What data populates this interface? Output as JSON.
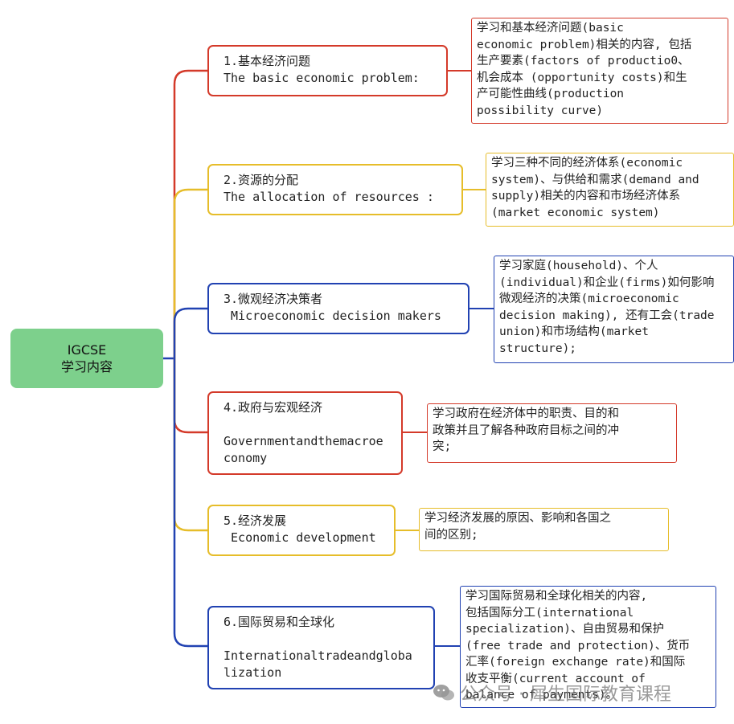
{
  "root": {
    "line1": "IGCSE",
    "line2": "学习内容"
  },
  "topics": [
    {
      "title": "1.基本经济问题",
      "subtitle": "The basic economic problem:",
      "color": "#d43a2a",
      "note": "学习和基本经济问题(basic\neconomic problem)相关的内容, 包括\n生产要素(factors of productio0、\n机会成本 (opportunity costs)和生\n产可能性曲线(production\npossibility curve)"
    },
    {
      "title": "2.资源的分配",
      "subtitle": "The allocation of resources :",
      "color": "#e6bd2a",
      "note": "学习三种不同的经济体系(economic\nsystem)、与供给和需求(demand and\nsupply)相关的内容和市场经济体系\n(market economic system)"
    },
    {
      "title": "3.微观经济决策者",
      "subtitle": " Microeconomic decision makers",
      "color": "#2142b2",
      "note": "学习家庭(household)、个人\n(individual)和企业(firms)如何影响\n微观经济的决策(microeconomic\ndecision making), 还有工会(trade\nunion)和市场结构(market\nstructure);"
    },
    {
      "title": "4.政府与宏观经济",
      "subtitle": "\nGovernmentandthemacroe\nconomy",
      "color": "#d43a2a",
      "note": "学习政府在经济体中的职责、目的和\n政策并且了解各种政府目标之间的冲\n突;"
    },
    {
      "title": "5.经济发展",
      "subtitle": " Economic development",
      "color": "#e6bd2a",
      "note": "学习经济发展的原因、影响和各国之\n间的区别;"
    },
    {
      "title": "6.国际贸易和全球化",
      "subtitle": "\nInternationaltradeandgloba\nlization",
      "color": "#2142b2",
      "note": "学习国际贸易和全球化相关的内容,\n包括国际分工(international\nspecialization)、自由贸易和保护\n(free trade and protection)、货币\n汇率(foreign exchange rate)和国际\n收支平衡(current account of\nbalance of payments)。"
    }
  ],
  "watermark": "公众号 · 犀生国际教育课程",
  "watermark_icon": "wechat-icon"
}
